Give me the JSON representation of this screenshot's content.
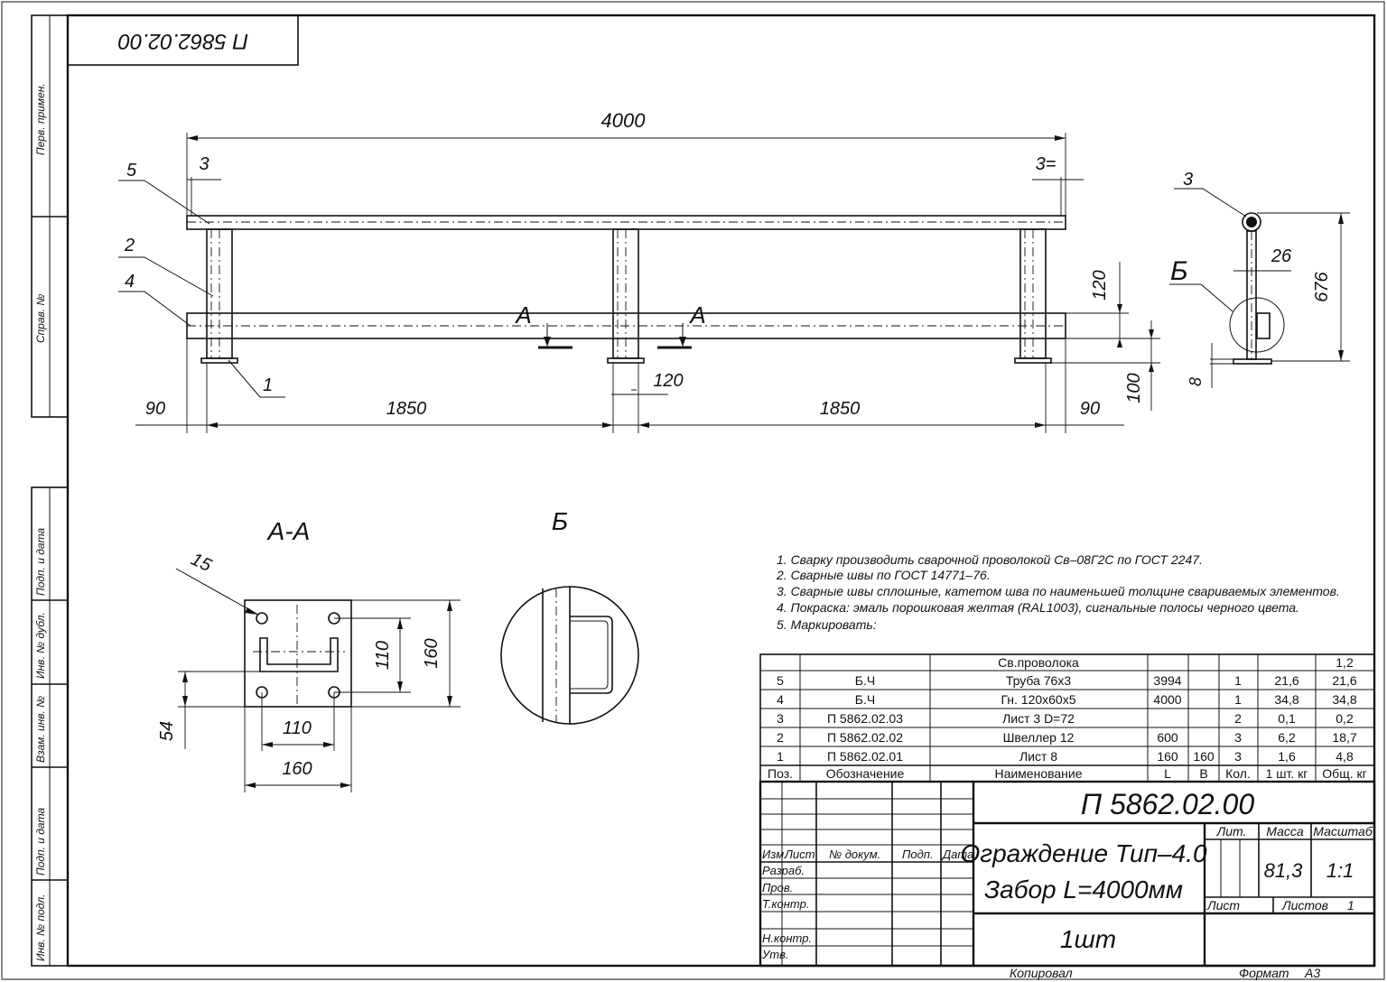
{
  "sheet": {
    "stamp_code_rotated": "П 5862.02.00",
    "left_strip": [
      "Перв. примен.",
      "Справ. №",
      "Подп. и дата",
      "Инв. № дубл.",
      "Взам. инв. №",
      "Подп. и дата",
      "Инв. № подл."
    ]
  },
  "main_view": {
    "dims": {
      "overall": "4000",
      "end_left": "3",
      "end_right": "3=",
      "span_left": "1850",
      "span_right": "1850",
      "side_left": "90",
      "side_right": "90",
      "post_width": "120",
      "rail_height": "120",
      "base_height": "100"
    },
    "leaders": [
      "5",
      "2",
      "4",
      "1"
    ],
    "section_marks": [
      "А",
      "А"
    ]
  },
  "side_view": {
    "leader": "3",
    "detail_mark": "Б",
    "dims": {
      "height": "676",
      "gap": "26",
      "plate": "8"
    }
  },
  "section_aa": {
    "title": "А-А",
    "weld": "15",
    "dims": {
      "inner_v": "110",
      "outer_v": "160",
      "inner_h": "110",
      "outer_h": "160",
      "offset": "54"
    }
  },
  "detail_b": {
    "title": "Б"
  },
  "notes": [
    "1.  Сварку  производить  сварочной  проволокой  Св–08Г2С  по  ГОСТ  2247.",
    "2.  Сварные швы по ГОСТ 14771–76.",
    "3.  Сварные швы сплошные, катетом шва по наименьшей толщине свариваемых элементов.",
    "4.  Покраска: эмаль порошковая желтая (RAL1003), сигнальные полосы черного цвета.",
    "5.  Маркировать:"
  ],
  "spec_table": {
    "header": [
      "Поз.",
      "Обозначение",
      "Наименование",
      "L",
      "B",
      "Кол.",
      "1 шт. кг",
      "Общ. кг"
    ],
    "rows": [
      [
        "",
        "",
        "Св.проволока",
        "",
        "",
        "",
        "",
        "1,2"
      ],
      [
        "5",
        "Б.Ч",
        "Труба 76х3",
        "3994",
        "",
        "1",
        "21,6",
        "21,6"
      ],
      [
        "4",
        "Б.Ч",
        "Гн. 120х60х5",
        "4000",
        "",
        "1",
        "34,8",
        "34,8"
      ],
      [
        "3",
        "П 5862.02.03",
        "Лист 3  D=72",
        "",
        "",
        "2",
        "0,1",
        "0,2"
      ],
      [
        "2",
        "П 5862.02.02",
        "Швеллер 12",
        "600",
        "",
        "3",
        "6,2",
        "18,7"
      ],
      [
        "1",
        "П 5862.02.01",
        "Лист 8",
        "160",
        "160",
        "3",
        "1,6",
        "4,8"
      ]
    ]
  },
  "title_block": {
    "doc_code": "П 5862.02.00",
    "name_line1": "Ограждение Тип–4.0",
    "name_line2": "Забор  L=4000мм",
    "quantity": "1шт",
    "col_labels": [
      "Изм.",
      "Лист",
      "№ докум.",
      "Подп.",
      "Дата"
    ],
    "role_labels": [
      "Разраб.",
      "Пров.",
      "Т.контр.",
      "Н.контр.",
      "Утв."
    ],
    "lit_label": "Лит.",
    "mass_label": "Масса",
    "scale_label": "Масштаб",
    "mass": "81,3",
    "scale": "1:1",
    "sheet_label": "Лист",
    "sheets_label": "Листов",
    "sheets": "1",
    "copied": "Копировал",
    "format_label": "Формат",
    "format": "А3"
  }
}
